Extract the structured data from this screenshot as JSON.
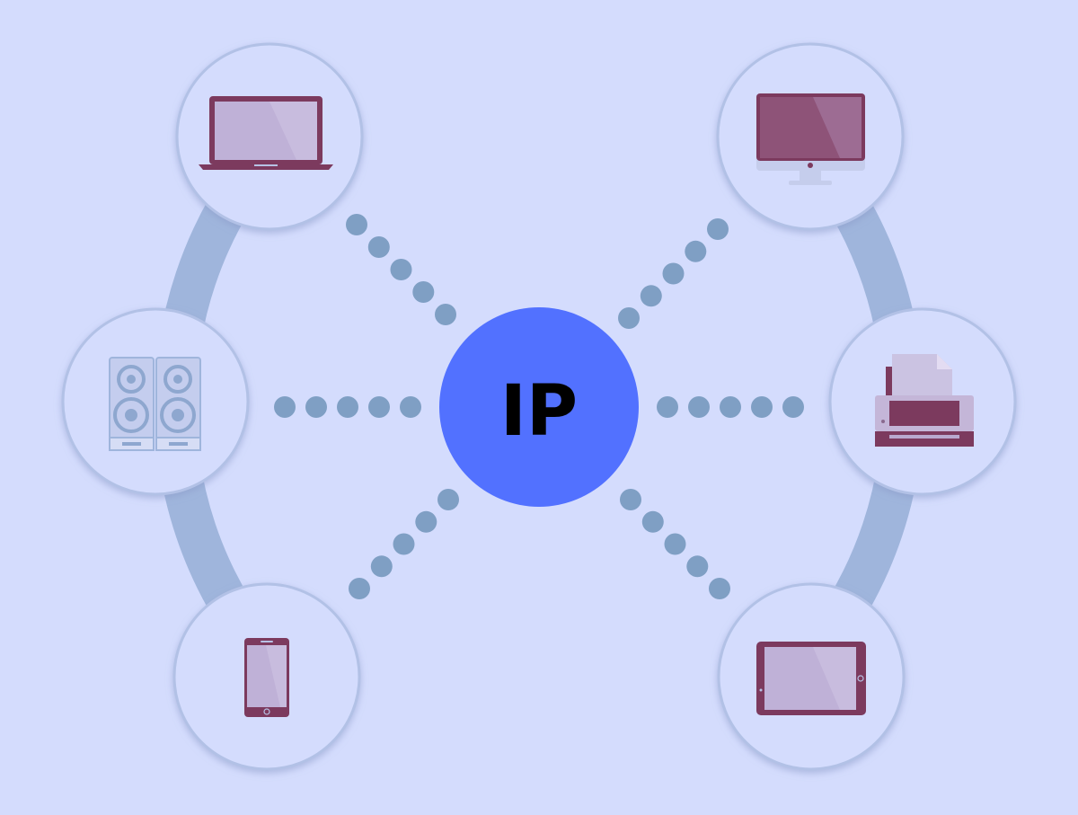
{
  "hub": {
    "label": "IP",
    "icon": "ip-hub"
  },
  "devices": [
    {
      "id": "laptop",
      "icon": "laptop-icon"
    },
    {
      "id": "desktop",
      "icon": "desktop-monitor-icon"
    },
    {
      "id": "speakers",
      "icon": "speakers-icon"
    },
    {
      "id": "printer",
      "icon": "printer-icon"
    },
    {
      "id": "smartphone",
      "icon": "smartphone-icon"
    },
    {
      "id": "tablet",
      "icon": "tablet-icon"
    }
  ],
  "colors": {
    "background": "#d4dcfd",
    "hub_fill": "#5271ff",
    "hub_text": "#000000",
    "dots": "#7f9fc4",
    "ring": "#9fb5dc",
    "node_fill": "#d4dcfd",
    "node_edge": "#b2c1e6",
    "device_dark": "#7c3a5e",
    "device_screen": "#bfb1d7",
    "device_light": "#b7c2e5"
  }
}
